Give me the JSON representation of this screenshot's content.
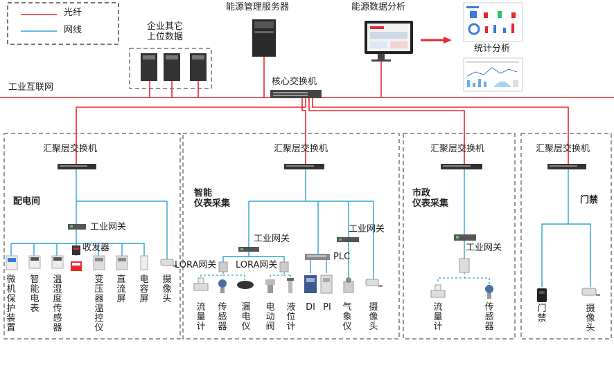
{
  "colors": {
    "fiber": "#e8262b",
    "ethernet": "#2aa3d9",
    "dash": "#777777",
    "arrow": "#e8262b"
  },
  "legend": {
    "fiber": "光纤",
    "ethernet": "网线"
  },
  "top": {
    "enterprise": "企业其它\n上位数据",
    "energy_server": "能源管理服务器",
    "energy_analysis": "能源数据分析",
    "stats": "统计分析",
    "industrial_internet": "工业互联网",
    "core_switch": "核心交换机"
  },
  "aggregation_label": "汇聚层交换机",
  "gateway_label": "工业网关",
  "zones": {
    "power_room": {
      "title": "配电间",
      "transceiver": "收发器",
      "devices": [
        "微机保护装置",
        "智能电表",
        "温湿度传感器",
        "变压器温控仪",
        "直流屏",
        "电容屏",
        "摄像头"
      ]
    },
    "smart_meter": {
      "title": "智能\n仪表采集",
      "lora_1": "LORA网关",
      "lora_2": "LORA网关",
      "plc": "PLC",
      "devices": [
        "流量计",
        "传感器",
        "漏电仪",
        "电动阀",
        "液位计",
        "DI",
        "PI",
        "气象仪",
        "摄像头"
      ]
    },
    "municipal": {
      "title": "市政\n仪表采集",
      "devices": [
        "流量计",
        "传感器"
      ]
    },
    "access": {
      "title": "门禁",
      "devices": [
        "门禁",
        "摄像头"
      ]
    }
  }
}
